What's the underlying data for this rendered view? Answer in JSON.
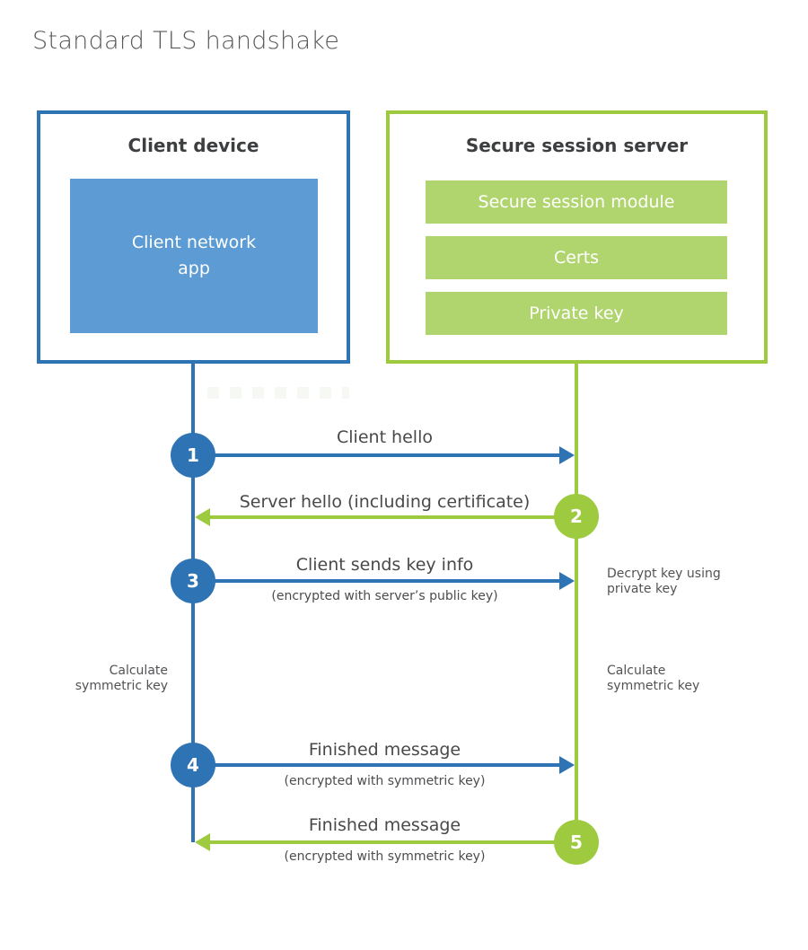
{
  "title": "Standard TLS handshake",
  "colors": {
    "blue": "#2e73b3",
    "blue_fill": "#5c9bd3",
    "green": "#9dca3e",
    "green_fill": "#b1d56e"
  },
  "client": {
    "title": "Client device",
    "app_line1": "Client network",
    "app_line2": "app"
  },
  "server": {
    "title": "Secure session server",
    "modules": [
      "Secure session module",
      "Certs",
      "Private key"
    ]
  },
  "steps": [
    {
      "num": "1",
      "label": "Client hello",
      "sublabel": "",
      "direction": "client-to-server"
    },
    {
      "num": "2",
      "label": "Server hello (including certificate)",
      "sublabel": "",
      "direction": "server-to-client"
    },
    {
      "num": "3",
      "label": "Client sends key info",
      "sublabel": "(encrypted with server’s public key)",
      "direction": "client-to-server"
    },
    {
      "num": "4",
      "label": "Finished message",
      "sublabel": "(encrypted with symmetric key)",
      "direction": "client-to-server"
    },
    {
      "num": "5",
      "label": "Finished message",
      "sublabel": "(encrypted with symmetric key)",
      "direction": "server-to-client"
    }
  ],
  "annotations": {
    "decrypt_line1": "Decrypt key using",
    "decrypt_line2": "private key",
    "calc_left_line1": "Calculate",
    "calc_left_line2": "symmetric key",
    "calc_right_line1": "Calculate",
    "calc_right_line2": "symmetric key"
  }
}
